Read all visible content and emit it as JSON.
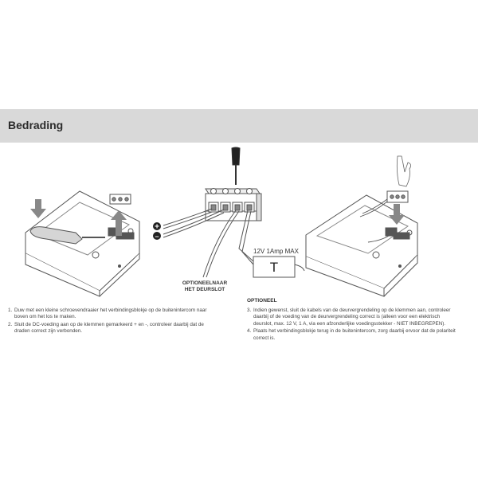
{
  "header": {
    "title": "Bedrading"
  },
  "diagram": {
    "supply_label": "12V 1Amp MAX",
    "lock_symbol": "T",
    "optional_label_line1": "OPTIONEELNAAR",
    "optional_label_line2": "HET DEURSLOT",
    "plus_sign": "+",
    "minus_sign": "–"
  },
  "instructions": {
    "left": [
      {
        "num": "1.",
        "text": "Duw met een kleine schroevendraaier het verbindingsblokje op de buitenintercom naar boven om het los te maken."
      },
      {
        "num": "2.",
        "text": "Sluit de DC-voeding aan op de klemmen gemarkeerd + en -, controleer daarbij dat de draden correct zijn verbonden."
      }
    ],
    "optional_heading": "OPTIONEEL",
    "right": [
      {
        "num": "3.",
        "text": "Indien gewenst, sluit de kabels van de deurvergrendeling op de klemmen aan, controleer daarbij of de voeding van de deurvergrendeling correct is (alleen voor een elektrisch deurslot, max. 12 V, 1 A, via een afzonderlijke voedingsstekker - NIET INBEGREPEN)."
      },
      {
        "num": "4.",
        "text": "Plaats het verbindingsblokje terug in de buitenintercom, zorg daarbij ervoor dat de polariteit correct is."
      }
    ]
  },
  "colors": {
    "header_bg": "#d9d9d9",
    "line": "#555555",
    "arrow": "#888888"
  }
}
